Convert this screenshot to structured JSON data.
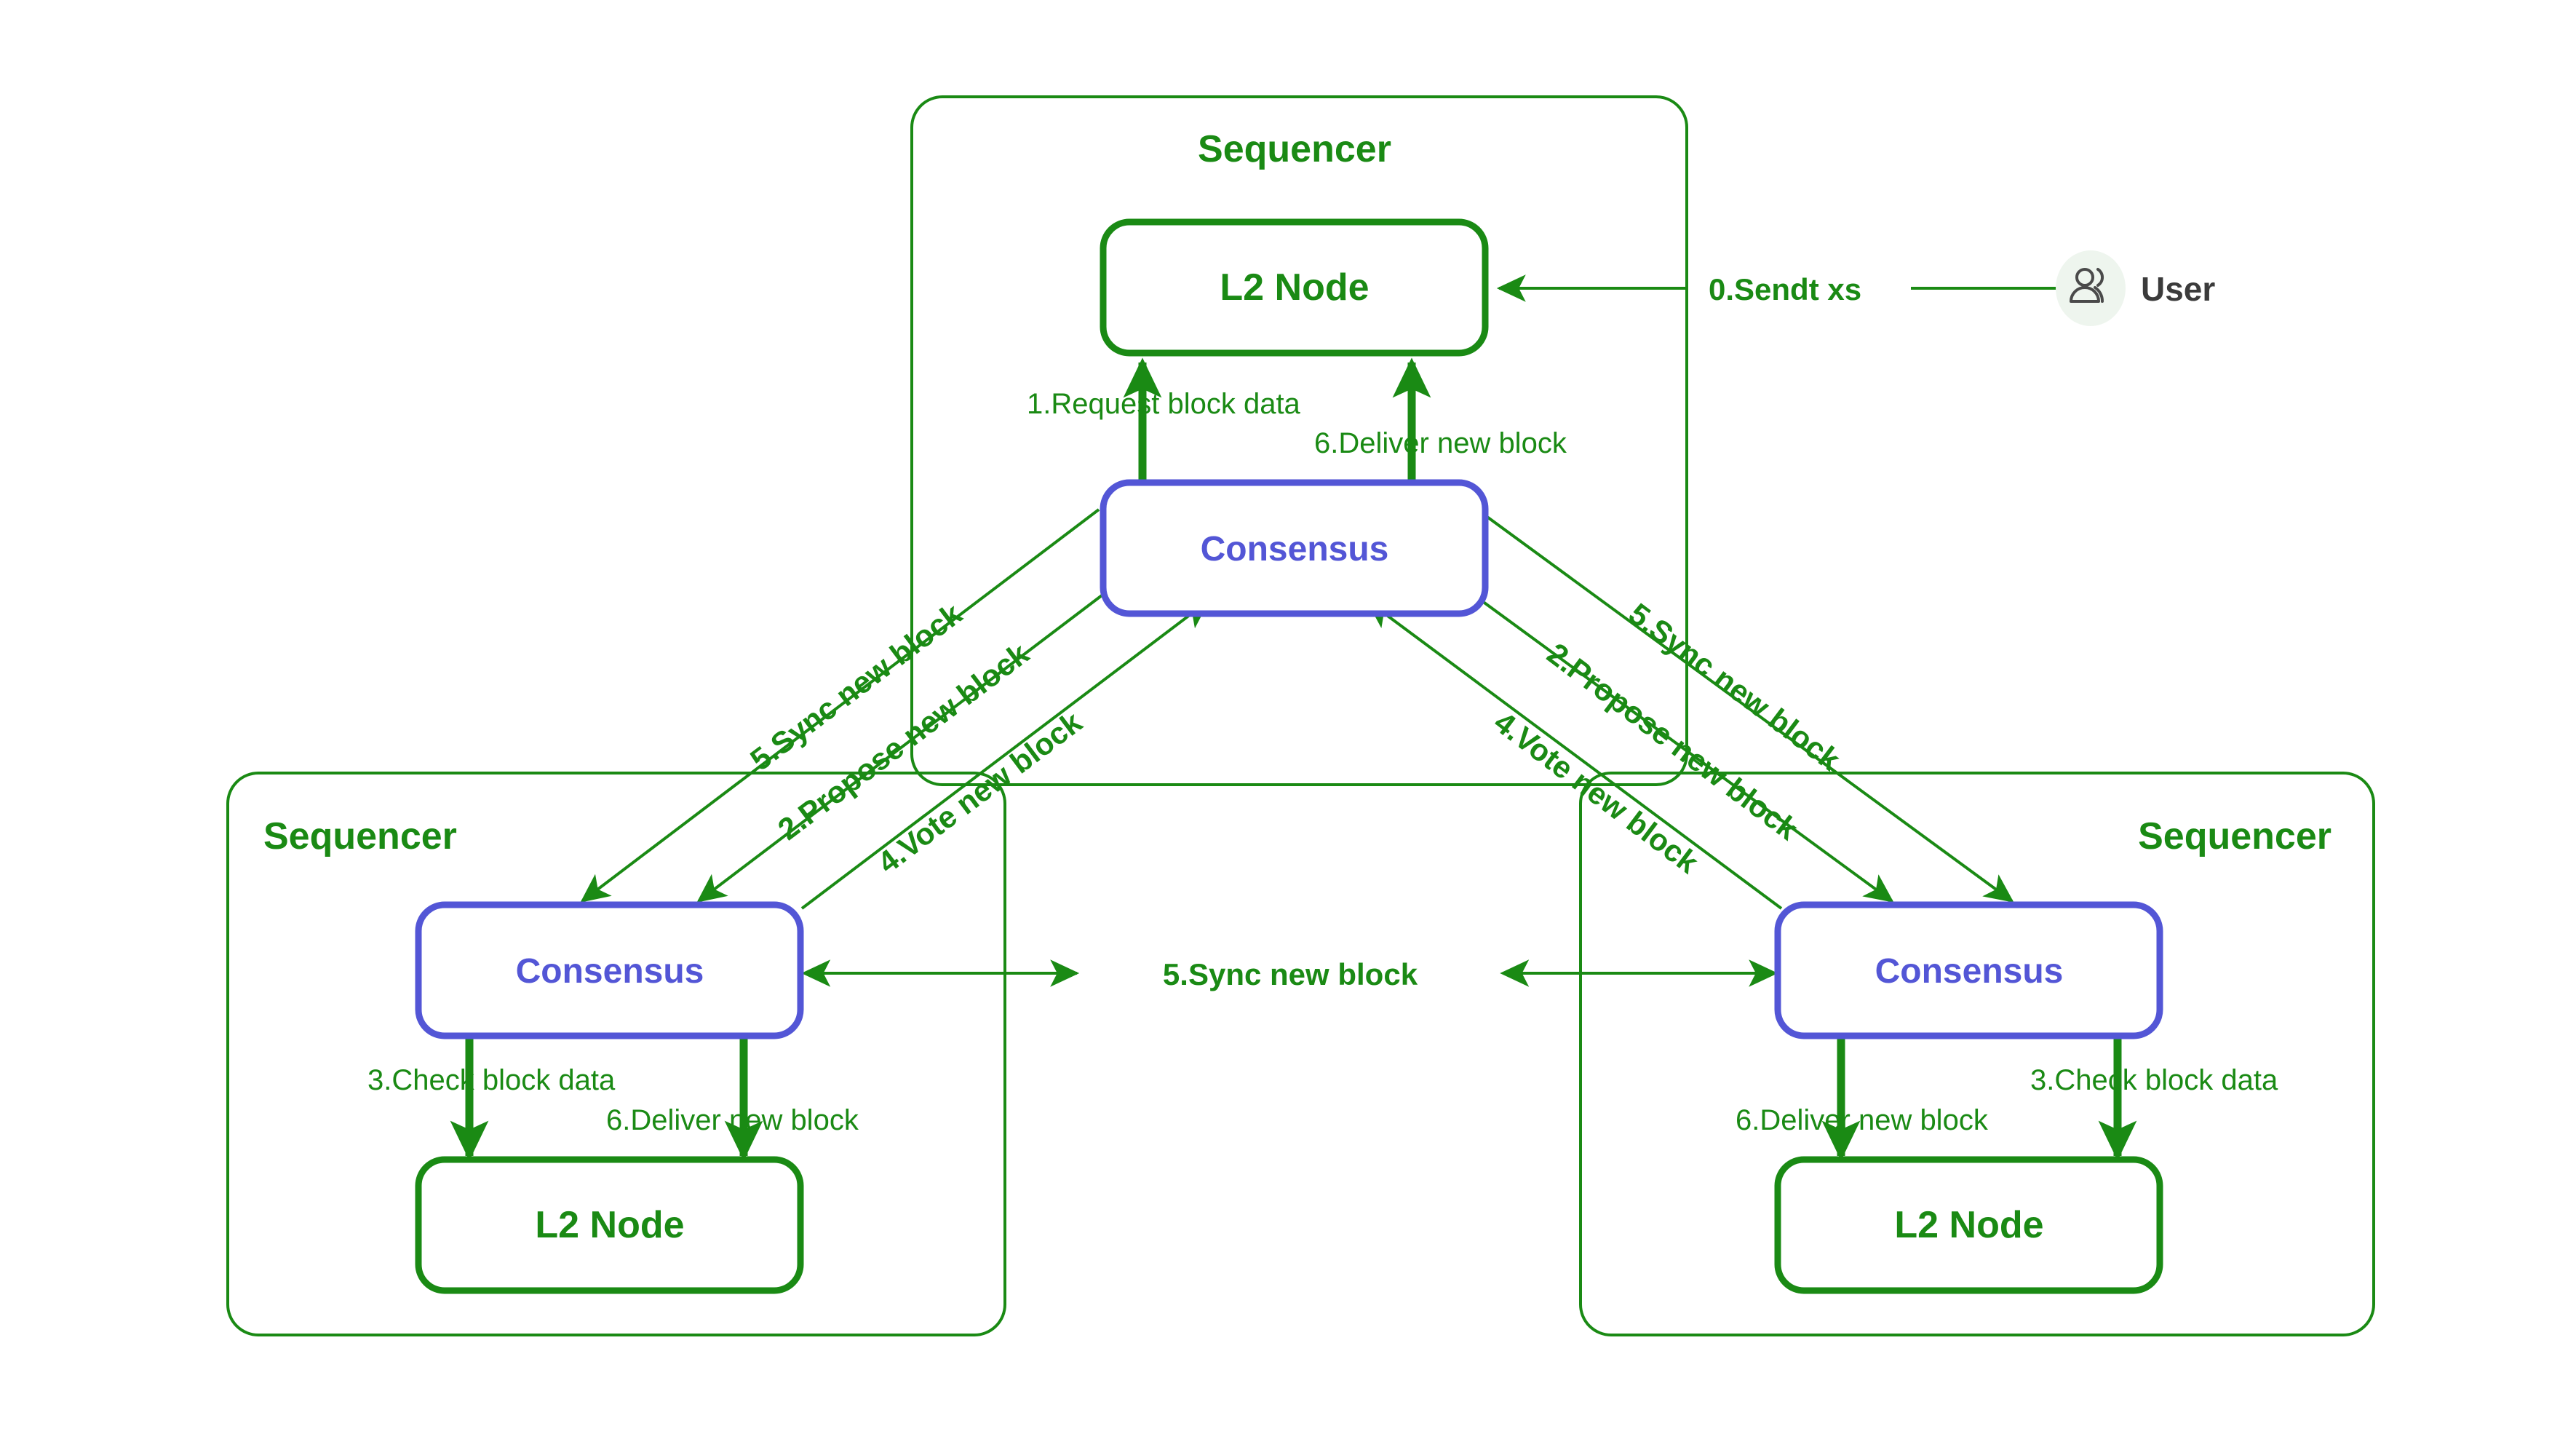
{
  "diagram": {
    "title": "Sequencer consensus block flow",
    "colors": {
      "green": "#1a8a14",
      "blue": "#5356d6",
      "text_dark": "#3b3b3b",
      "avatar_bg": "#eef5ee",
      "background": "#ffffff"
    },
    "groups": [
      {
        "id": "top",
        "label": "Sequencer"
      },
      {
        "id": "left",
        "label": "Sequencer"
      },
      {
        "id": "right",
        "label": "Sequencer"
      }
    ],
    "nodes": {
      "top_l2": {
        "label": "L2 Node",
        "kind": "l2"
      },
      "top_consensus": {
        "label": "Consensus",
        "kind": "consensus"
      },
      "left_consensus": {
        "label": "Consensus",
        "kind": "consensus"
      },
      "left_l2": {
        "label": "L2 Node",
        "kind": "l2"
      },
      "right_consensus": {
        "label": "Consensus",
        "kind": "consensus"
      },
      "right_l2": {
        "label": "L2 Node",
        "kind": "l2"
      }
    },
    "actor": {
      "label": "User",
      "icon": "users-icon"
    },
    "edges": {
      "send_tx": "0.Sendt xs",
      "request_block_data": "1.Request block data",
      "deliver_new_block": "6.Deliver new block",
      "propose_new_block": "2.Propose new block",
      "check_block_data": "3.Check block data",
      "vote_new_block": "4.Vote new block",
      "sync_new_block": "5.Sync new block"
    }
  }
}
